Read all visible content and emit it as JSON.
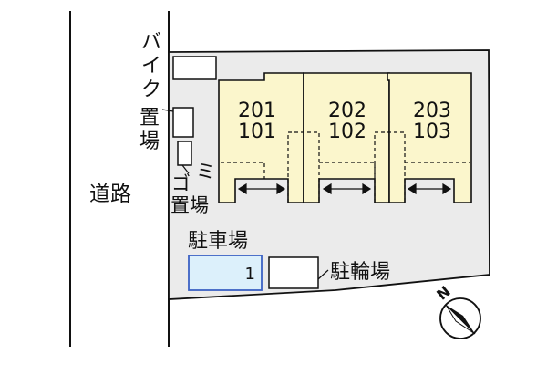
{
  "labels": {
    "road": "道路",
    "bike_parking": [
      "バ",
      "イ",
      "ク",
      "置",
      "場"
    ],
    "garbage": [
      "ゴ",
      "ミ"
    ],
    "garbage_suffix": "置場",
    "car_parking": "駐車場",
    "bicycle_parking": "駐輪場",
    "parking_space_number": "1"
  },
  "units": [
    {
      "upper": "201",
      "lower": "101"
    },
    {
      "upper": "202",
      "lower": "102"
    },
    {
      "upper": "203",
      "lower": "103"
    }
  ],
  "compass": {
    "label": "N"
  },
  "colors": {
    "site_fill": "#ebebeb",
    "building_fill": "#fbf6cc",
    "parking_highlight": "#dcf0fb",
    "parking_highlight_border": "#3d62c4",
    "line": "#111111"
  }
}
